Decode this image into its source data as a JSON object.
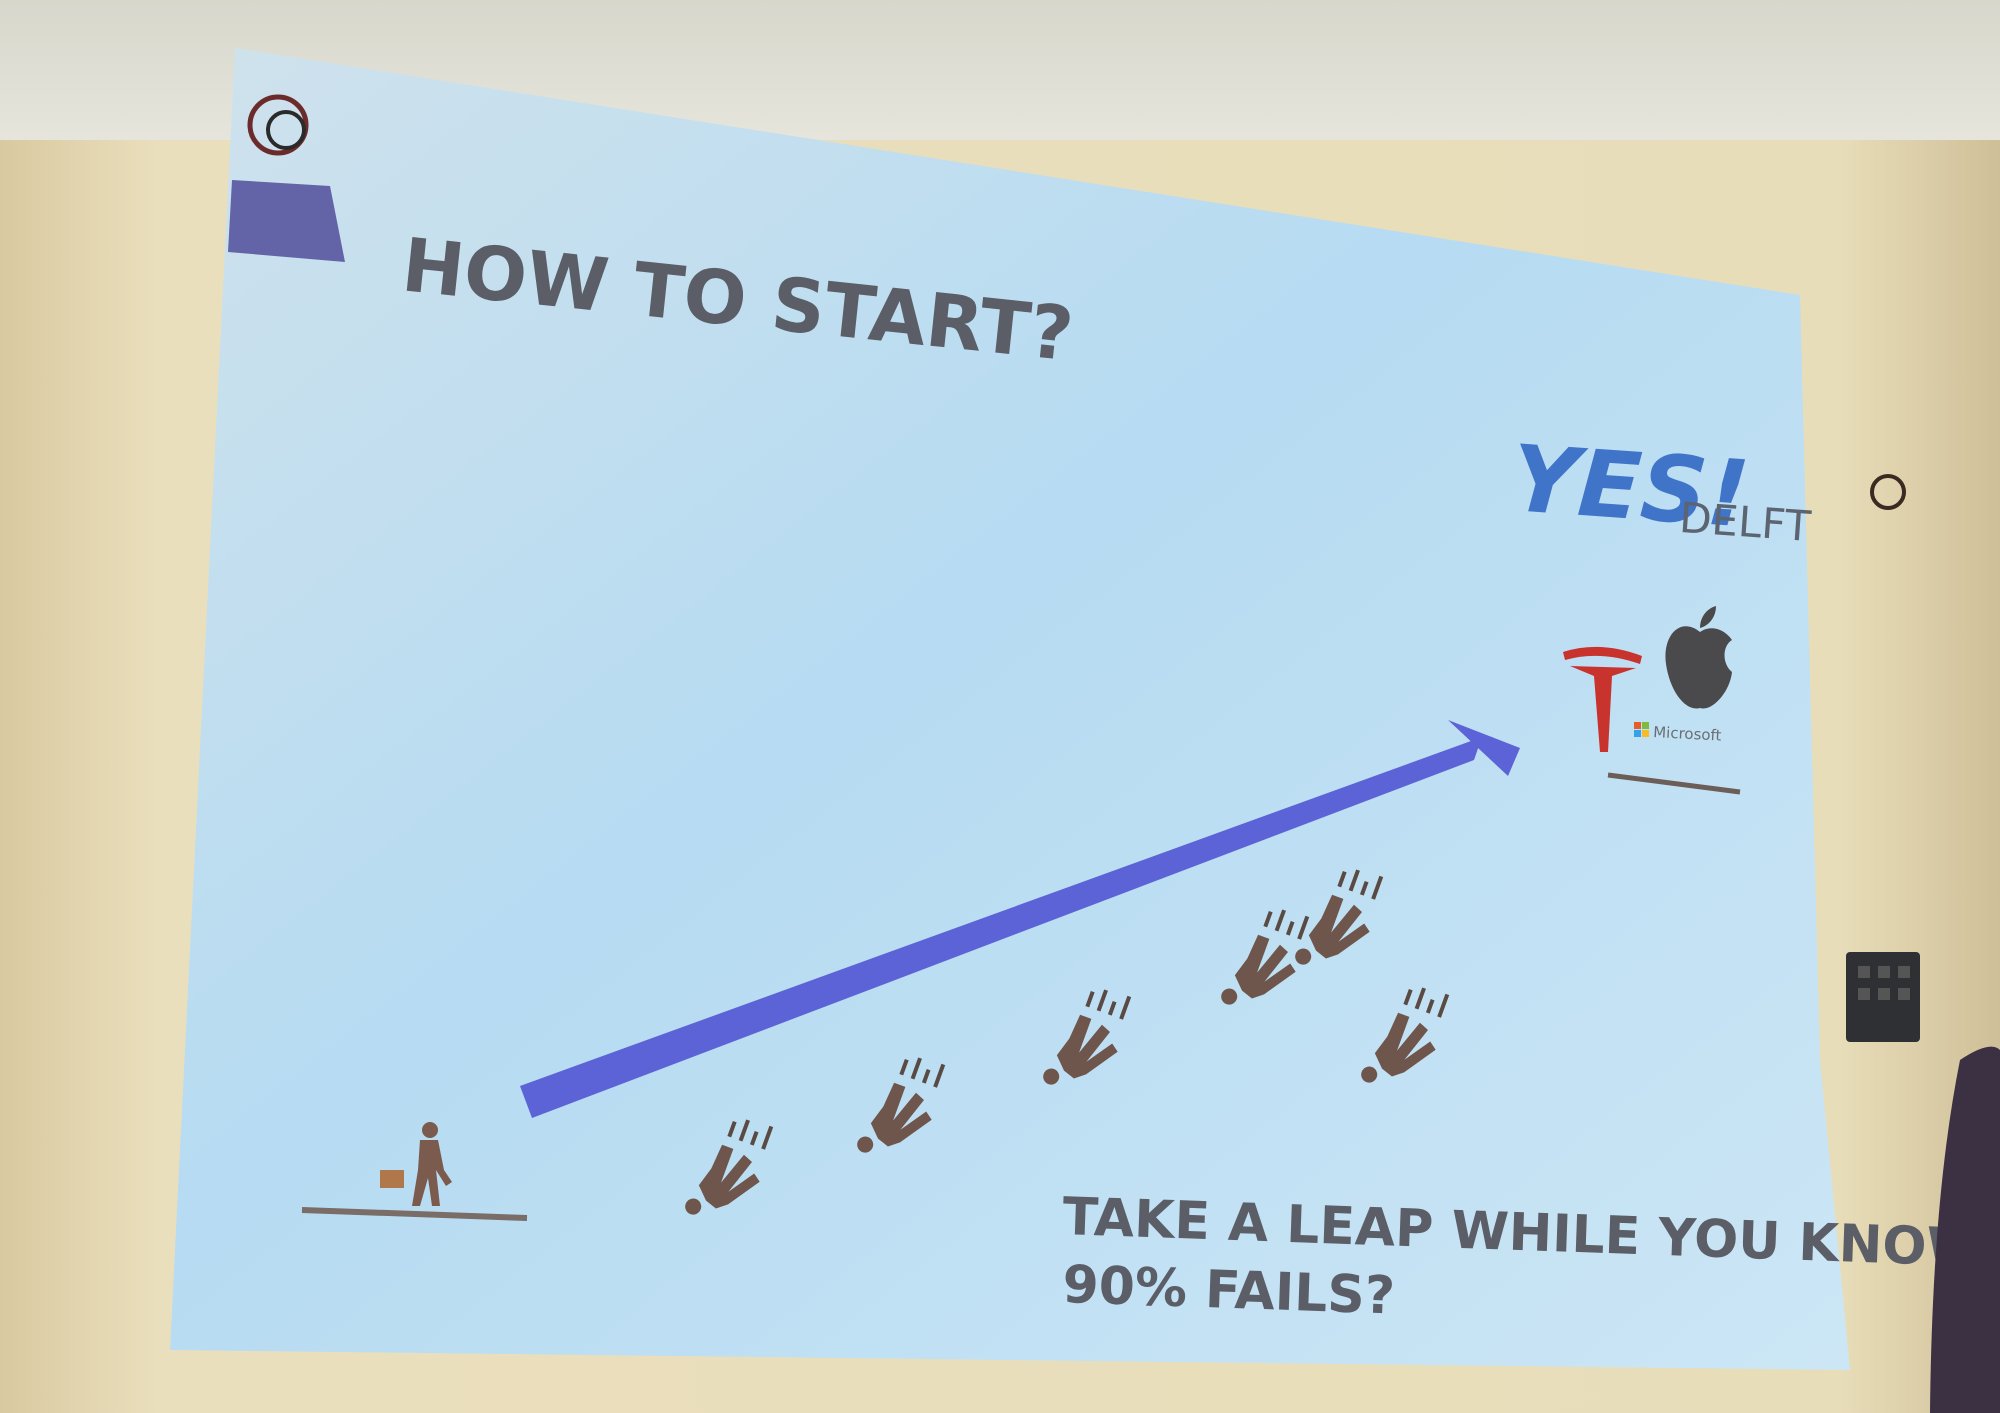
{
  "slide": {
    "title": "HOW TO START?",
    "question_line1": "TAKE A LEAP WHILE YOU KNOW",
    "question_line2": "90% FAILS?"
  },
  "logo": {
    "yes": "YES!",
    "delft": "DELFT"
  },
  "companies": {
    "microsoft": "Microsoft"
  },
  "icons": [
    "businessman-walking-icon",
    "falling-person-icon",
    "tesla-logo-icon",
    "apple-logo-icon",
    "microsoft-logo-icon"
  ],
  "colors": {
    "arrow": "#5c63d6",
    "title": "#5b5e66",
    "yes_blue": "#3f74c9",
    "tesla_red": "#c8332d",
    "icon_brown": "#7a5b4e"
  }
}
